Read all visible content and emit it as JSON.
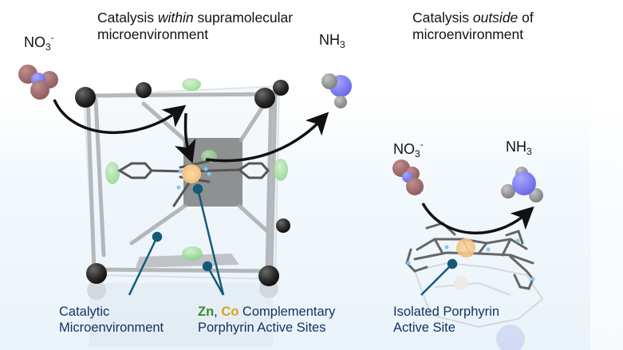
{
  "left_panel": {
    "title_prefix": "Catalysis ",
    "title_emph": "within",
    "title_suffix": " supramolecular",
    "title_line2": "microenvironment",
    "reactant": {
      "base": "NO",
      "sub": "3",
      "sup": "-"
    },
    "product": {
      "base": "NH",
      "sub": "3"
    },
    "caption_left": {
      "line1": "Catalytic",
      "line2": "Microenvironment"
    },
    "caption_right": {
      "zn": "Zn",
      "sep": ", ",
      "co": "Co",
      "line1_rest": " Complementary",
      "line2": "Porphyrin Active Sites"
    }
  },
  "right_panel": {
    "title_prefix": "Catalysis ",
    "title_emph": "outside",
    "title_suffix": " of",
    "title_line2": "microenvironment",
    "reactant": {
      "base": "NO",
      "sub": "3",
      "sup": "-"
    },
    "product": {
      "base": "NH",
      "sub": "3"
    },
    "caption": {
      "line1": "Isolated Porphyrin",
      "line2": "Active Site"
    }
  },
  "colors": {
    "caption_text": "#12305f",
    "pointer_line": "#145a78",
    "zn_label": "#3d8a2a",
    "co_label": "#d6a418",
    "nitrogen_atom": "#7f7ff5",
    "oxygen_atom": "#a0706e",
    "hydrogen_atom": "#9a9a9a",
    "metal_node": "#2e2e2e",
    "active_site_glow": "#f7c98a"
  }
}
